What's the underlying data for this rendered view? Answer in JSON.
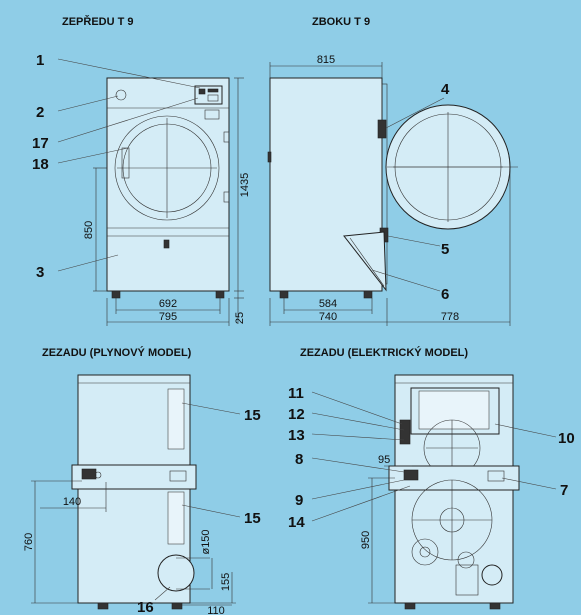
{
  "titles": {
    "front": "ZEPŘEDU T 9",
    "side": "ZBOKU  T 9",
    "rear_gas": "ZEZADU (PLYNOVÝ MODEL)",
    "rear_electric": "ZEZADU (ELEKTRICKÝ MODEL)"
  },
  "callouts": {
    "c1": "1",
    "c2": "2",
    "c17": "17",
    "c18": "18",
    "c3": "3",
    "c4": "4",
    "c5": "5",
    "c6": "6",
    "c15a": "15",
    "c15b": "15",
    "c16": "16",
    "c11": "11",
    "c12": "12",
    "c13": "13",
    "c10": "10",
    "c8": "8",
    "c9": "9",
    "c14": "14",
    "c7": "7"
  },
  "dimensions": {
    "height_1435": "1435",
    "height_850": "850",
    "width_692": "692",
    "width_795": "795",
    "foot_25": "25",
    "depth_815": "815",
    "depth_584": "584",
    "depth_740": "740",
    "door_778": "778",
    "gas_140": "140",
    "gas_760": "760",
    "gas_d150": "ø150",
    "gas_155": "155",
    "gas_110": "110",
    "el_95": "95",
    "el_950": "950"
  }
}
